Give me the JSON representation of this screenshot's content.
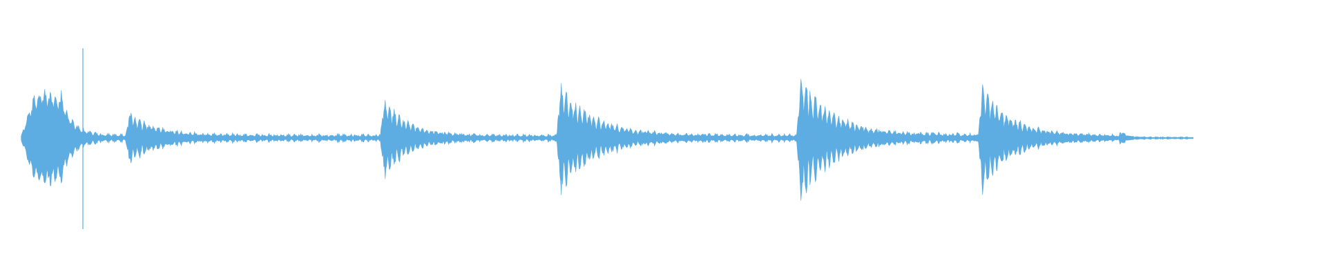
{
  "waveform": {
    "color": "#5dade2",
    "background": "#ffffff",
    "duration_fraction_drawn": 0.9,
    "playhead_position_fraction": 0.0625,
    "bursts": [
      {
        "start": 0.016,
        "peak": 0.4,
        "attack": 0.01,
        "decay": 0.03,
        "shape": "blob"
      },
      {
        "start": 0.095,
        "peak": 0.22,
        "attack": 0.002,
        "decay": 0.02,
        "shape": "pulses"
      },
      {
        "start": 0.287,
        "peak": 0.36,
        "attack": 0.002,
        "decay": 0.018,
        "shape": "pulses"
      },
      {
        "start": 0.42,
        "peak": 0.47,
        "attack": 0.002,
        "decay": 0.025,
        "shape": "pulses"
      },
      {
        "start": 0.601,
        "peak": 0.55,
        "attack": 0.002,
        "decay": 0.025,
        "shape": "pulses"
      },
      {
        "start": 0.738,
        "peak": 0.47,
        "attack": 0.002,
        "decay": 0.022,
        "shape": "pulses"
      },
      {
        "start": 0.844,
        "peak": 0.07,
        "attack": 0.001,
        "decay": 0.004,
        "shape": "pulses"
      }
    ],
    "noise_floor": 0.02,
    "noise_segments": [
      {
        "start": 0.02,
        "end": 0.29,
        "level": 0.04
      },
      {
        "start": 0.29,
        "end": 0.42,
        "level": 0.035
      },
      {
        "start": 0.42,
        "end": 0.6,
        "level": 0.04
      },
      {
        "start": 0.6,
        "end": 0.74,
        "level": 0.045
      },
      {
        "start": 0.74,
        "end": 0.843,
        "level": 0.035
      },
      {
        "start": 0.843,
        "end": 0.9,
        "level": 0.012
      }
    ]
  }
}
